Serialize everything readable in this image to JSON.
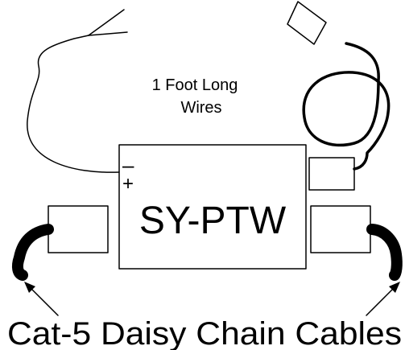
{
  "wires_label": [
    "1 Foot Long",
    "Wires"
  ],
  "device": {
    "model": "SY-PTW",
    "polarity_negative": "–",
    "polarity_positive": "+"
  },
  "cables_label": "Cat-5 Daisy Chain Cables",
  "colors": {
    "ink": "#000000",
    "background": "#ffffff"
  }
}
